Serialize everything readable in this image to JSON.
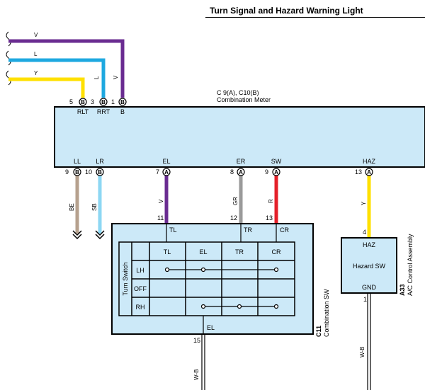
{
  "title": "Turn Signal and Hazard Warning Light",
  "colors": {
    "violet": "#6a2c91",
    "blue": "#1ea8e0",
    "yellow": "#ffe000",
    "beige": "#b6a18e",
    "sky_blue": "#8dd7f3",
    "gray": "#9a9a9a",
    "red": "#e4202a",
    "component_fill": "#cce9f8"
  },
  "top_wires": [
    {
      "code": "V"
    },
    {
      "code": "L"
    },
    {
      "code": "Y"
    }
  ],
  "meter": {
    "connector_id": "C 9(A), C10(B)",
    "name": "Combination Meter",
    "top_pins": [
      {
        "num": "5",
        "conn": "B",
        "label": "RLT",
        "wire": "Y"
      },
      {
        "num": "3",
        "conn": "B",
        "label": "RRT",
        "wire": "L"
      },
      {
        "num": "1",
        "conn": "B",
        "label": "B",
        "wire": "V"
      }
    ],
    "bottom_pins": [
      {
        "num": "9",
        "conn": "B",
        "label": "LL",
        "wire": "BE"
      },
      {
        "num": "10",
        "conn": "B",
        "label": "LR",
        "wire": "SB"
      },
      {
        "num": "7",
        "conn": "A",
        "label": "EL",
        "wire": "V"
      },
      {
        "num": "8",
        "conn": "A",
        "label": "ER",
        "wire": "GR"
      },
      {
        "num": "9",
        "conn": "A",
        "label": "SW",
        "wire": "R"
      },
      {
        "num": "13",
        "conn": "A",
        "label": "HAZ",
        "wire": "Y"
      }
    ]
  },
  "combo_sw": {
    "connector_id": "C11",
    "name": "Combination SW",
    "pins_top": [
      {
        "num": "11",
        "label": "TL"
      },
      {
        "num": "12",
        "label": "TR"
      },
      {
        "num": "13",
        "label": "CR"
      }
    ],
    "pin_bottom": {
      "num": "15",
      "label": "EL",
      "wire": "W-B"
    },
    "table": {
      "group_label": "Turn Switch",
      "columns": [
        "TL",
        "EL",
        "TR",
        "CR"
      ],
      "rows": [
        "LH",
        "OFF",
        "RH"
      ]
    }
  },
  "hazard_sw": {
    "connector_id": "A33",
    "name": "A/C Control Assembly",
    "label": "Hazard SW",
    "pin_top": {
      "num": "4",
      "label": "HAZ"
    },
    "pin_bottom": {
      "num": "1",
      "label": "GND",
      "wire": "W-B"
    }
  }
}
